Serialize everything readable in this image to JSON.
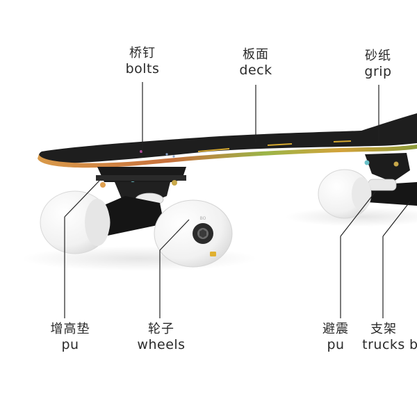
{
  "colors": {
    "background": "#ffffff",
    "grip": "#1e1e1e",
    "deck_edge": "#c97a3a",
    "wheel": "#f4f4f4",
    "truck": "#1a1a1a",
    "label_text": "#2a2a2a",
    "leader_line": "#222222"
  },
  "labels": {
    "bolts": {
      "zh": "桥钉",
      "en": "bolts"
    },
    "deck": {
      "zh": "板面",
      "en": "deck"
    },
    "grip": {
      "zh": "砂纸",
      "en": "grip"
    },
    "riser_pad": {
      "zh": "增高垫",
      "en": "pu"
    },
    "wheels": {
      "zh": "轮子",
      "en": "wheels"
    },
    "bushing": {
      "zh": "避震",
      "en": "pu"
    },
    "trucks": {
      "zh": "支架",
      "en": "trucks"
    },
    "cut_off": {
      "en": "b"
    }
  }
}
